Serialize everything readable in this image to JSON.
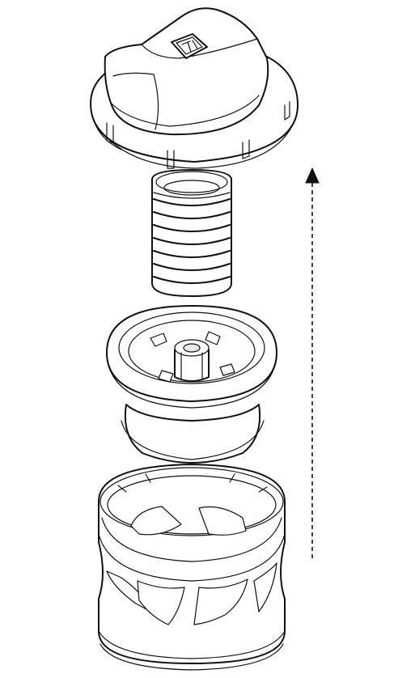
{
  "parts": [
    {
      "id": "cap",
      "icon": "cap-with-logo"
    },
    {
      "id": "spring",
      "icon": "coil-spring"
    },
    {
      "id": "valve",
      "icon": "valve-insert"
    },
    {
      "id": "seal",
      "icon": "rubber-seal"
    },
    {
      "id": "housing",
      "icon": "cage-housing"
    }
  ],
  "assembly_direction": "up",
  "colors": {
    "stroke": "#111111",
    "background": "#ffffff"
  }
}
